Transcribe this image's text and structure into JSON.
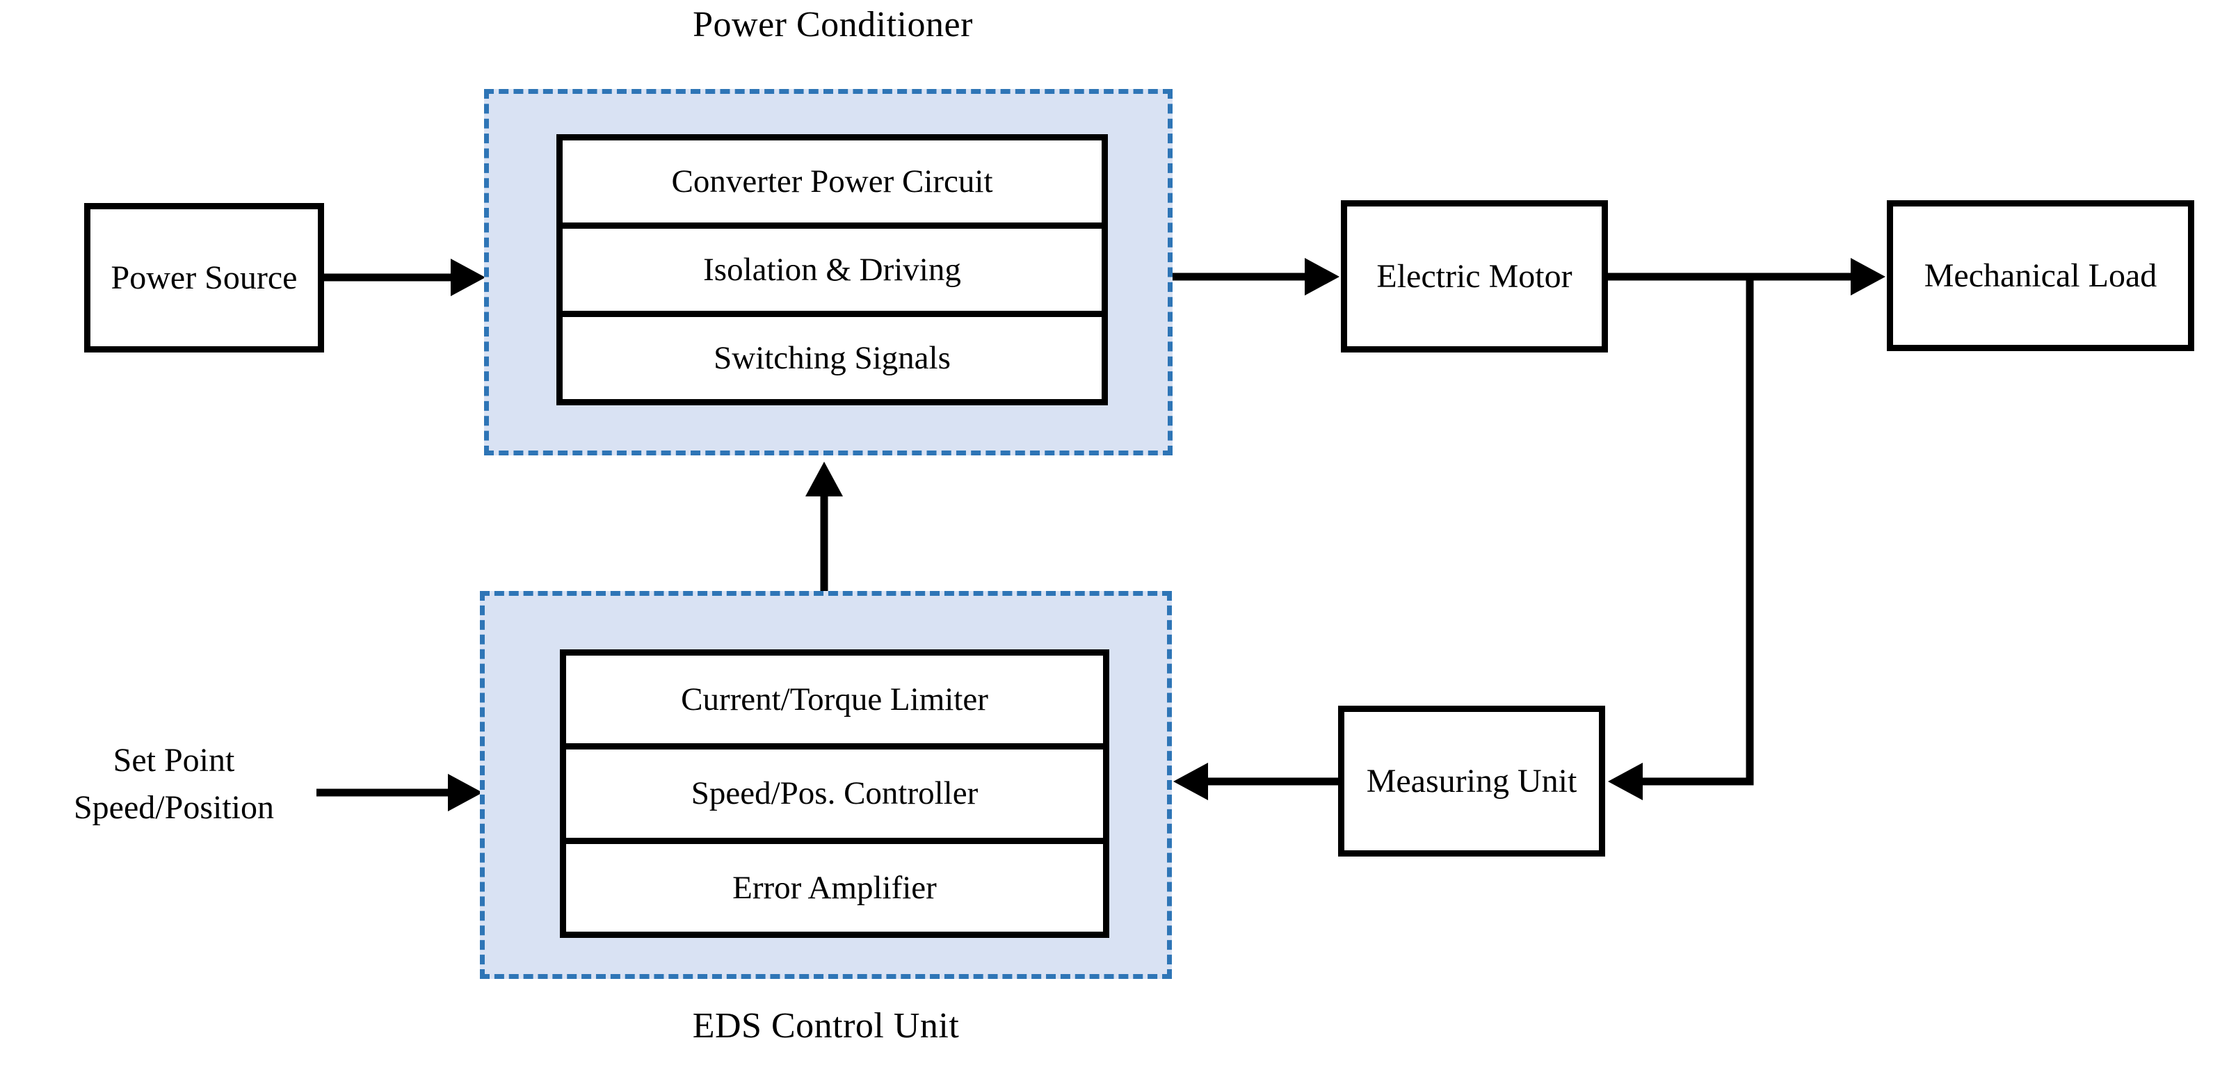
{
  "diagram": {
    "captions": {
      "power_conditioner": "Power Conditioner",
      "eds_control_unit": "EDS Control Unit"
    },
    "power_conditioner": {
      "rows": [
        "Converter Power Circuit",
        "Isolation & Driving",
        "Switching Signals"
      ]
    },
    "eds_control_unit": {
      "rows": [
        "Current/Torque Limiter",
        "Speed/Pos. Controller",
        "Error Amplifier"
      ]
    },
    "blocks": {
      "power_source": "Power Source",
      "electric_motor": "Electric Motor",
      "mechanical_load": "Mechanical Load",
      "measuring_unit": "Measuring Unit"
    },
    "input_label": {
      "line1": "Set Point",
      "line2": "Speed/Position"
    },
    "colors": {
      "container_fill": "#d9e2f3",
      "container_border": "#2e75b6",
      "box_border": "#000000",
      "connector": "#000000",
      "background": "#ffffff"
    }
  }
}
